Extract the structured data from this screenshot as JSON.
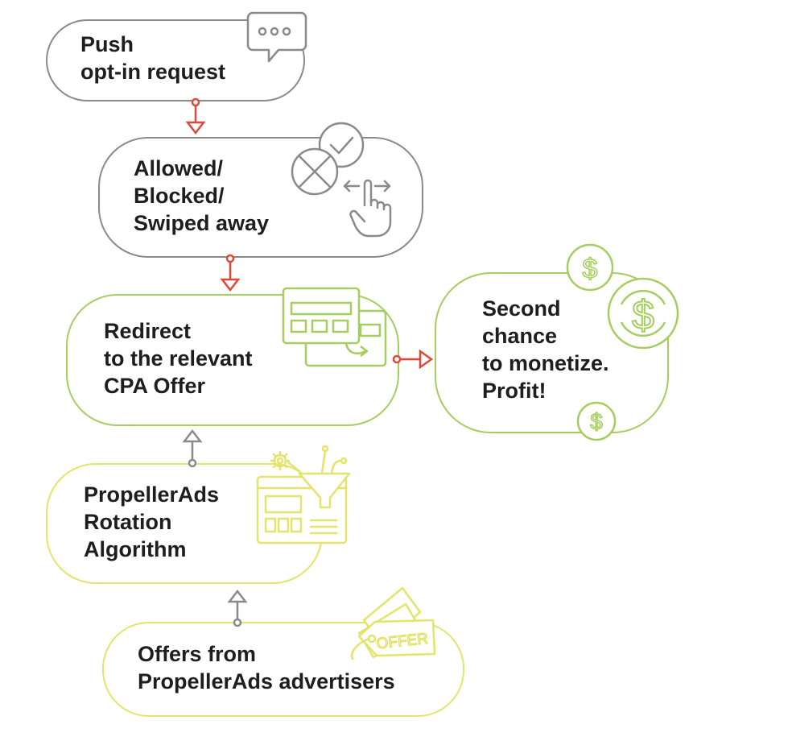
{
  "nodes": {
    "push": {
      "label": "Push\nopt-in request"
    },
    "allowed": {
      "label": "Allowed/\nBlocked/\nSwiped away"
    },
    "redirect": {
      "label": "Redirect\nto the relevant\nCPA Offer"
    },
    "second": {
      "label": "Second\nchance\nto monetize.\nProfit!"
    },
    "rotation": {
      "label": "PropellerAds\nRotation\nAlgorithm"
    },
    "offers": {
      "label": "Offers from\nPropellerAds advertisers"
    }
  },
  "icons": {
    "offer_tag_text": "OFFER",
    "dollar_symbol": "$"
  },
  "colors": {
    "gray": "#8a8a8a",
    "green": "#a5cd5f",
    "yellow": "#e3e46a",
    "arrow_red": "#e0483a",
    "text": "#1e1e1e"
  }
}
